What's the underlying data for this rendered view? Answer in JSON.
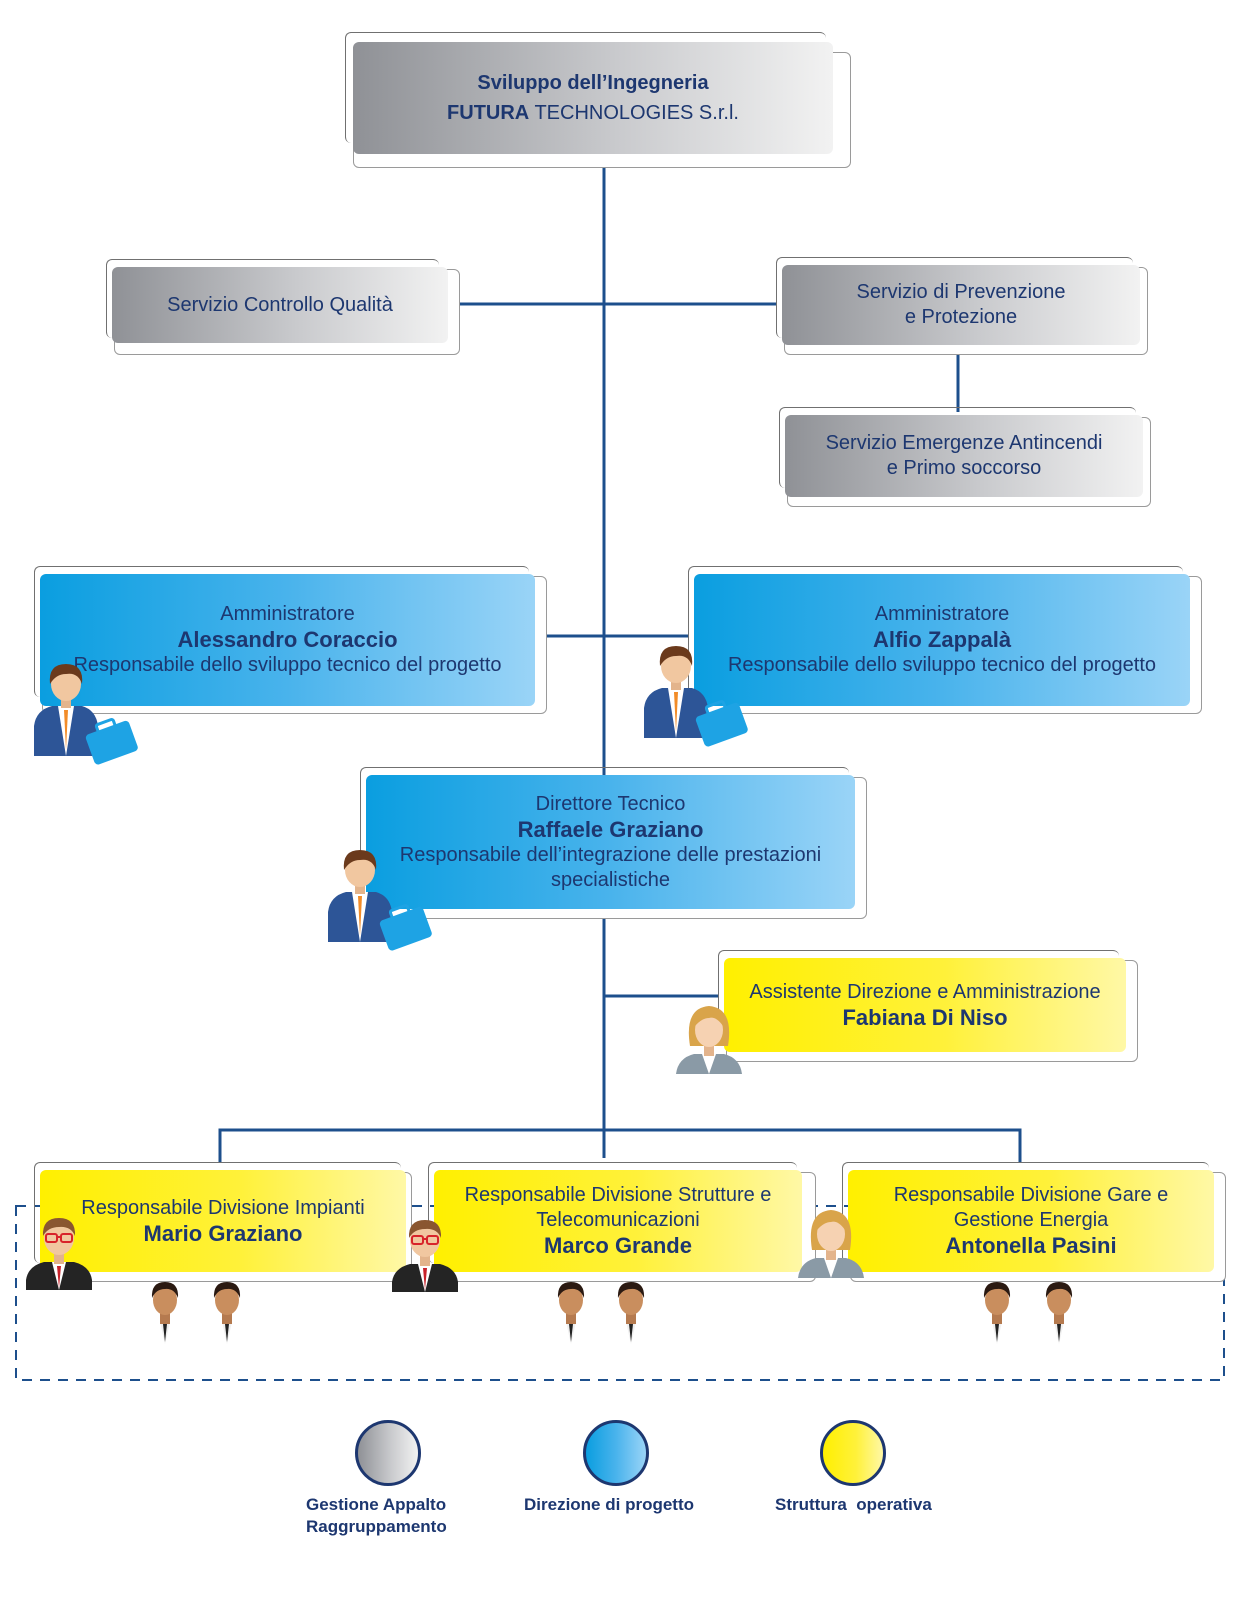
{
  "root": {
    "title": "Sviluppo dell’Ingegneria",
    "company_bold": "FUTURA",
    "company_rest": " TECHNOLOGIES S.r.l."
  },
  "qualita": {
    "label": "Servizio Controllo Qualità"
  },
  "prevenzione": {
    "line1": "Servizio di Prevenzione",
    "line2": "e Protezione"
  },
  "emergenze": {
    "line1": "Servizio Emergenze Antincendi",
    "line2": "e Primo soccorso"
  },
  "admin_left": {
    "role": "Amministratore",
    "name": "Alessandro Coraccio",
    "desc": "Responsabile dello sviluppo tecnico del progetto"
  },
  "admin_right": {
    "role": "Amministratore",
    "name": "Alfio Zappalà",
    "desc": "Responsabile dello sviluppo tecnico del progetto"
  },
  "direttore": {
    "role": "Direttore Tecnico",
    "name": "Raffaele Graziano",
    "desc1": "Responsabile dell’integrazione delle prestazioni",
    "desc2": "specialistiche"
  },
  "assistente": {
    "role": "Assistente Direzione e Amministrazione",
    "name": "Fabiana Di Niso"
  },
  "div_impianti": {
    "role": "Responsabile Divisione Impianti",
    "name": "Mario Graziano"
  },
  "div_strutture": {
    "role1": "Responsabile Divisione Strutture e",
    "role2": "Telecomunicazioni",
    "name": "Marco Grande"
  },
  "div_gare": {
    "role1": "Responsabile Divisione Gare e",
    "role2": "Gestione Energia",
    "name": "Antonella Pasini"
  },
  "legend": {
    "gestione_1": "Gestione Appalto",
    "gestione_2": "Raggruppamento",
    "direzione": "Direzione di progetto",
    "struttura": "Struttura  operativa"
  },
  "colors": {
    "line": "#1d4f8c",
    "text": "#1d3770",
    "gray": "#b0b2b6",
    "blue": "#2aa8e8",
    "yellow": "#fff200"
  },
  "icons": [
    "businessman-briefcase-icon",
    "woman-icon",
    "manager-glasses-icon",
    "worker-icon"
  ]
}
